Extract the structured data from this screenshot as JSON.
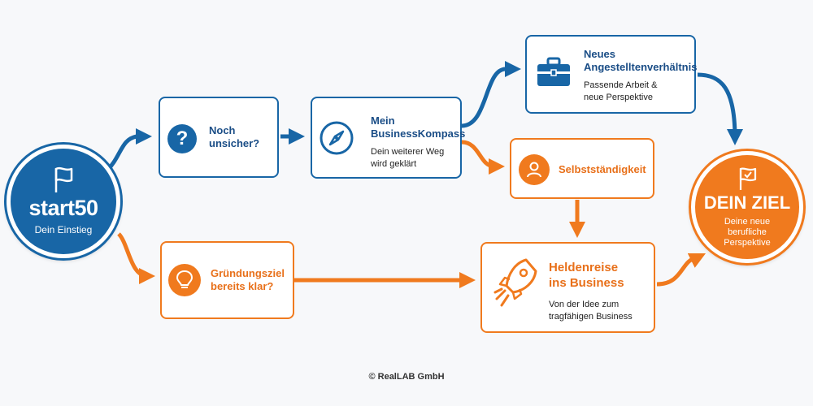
{
  "colors": {
    "blue": "#1866a6",
    "orange": "#f07a1e",
    "text_blue": "#1a4d86"
  },
  "start": {
    "title": "start50",
    "subtitle": "Dein Einstieg",
    "icon": "flag-icon"
  },
  "goal": {
    "title": "DEIN ZIEL",
    "subtitle": "Deine neue berufliche Perspektive",
    "icon": "flag-check-icon"
  },
  "nodes": {
    "unsure": {
      "title_line1": "Noch",
      "title_line2": "unsicher?",
      "icon": "question-icon"
    },
    "compass": {
      "title_line1": "Mein",
      "title_line2": "BusinessKompass",
      "sub_line1": "Dein weiterer Weg",
      "sub_line2": "wird geklärt",
      "icon": "compass-icon"
    },
    "employment": {
      "title_line1": "Neues",
      "title_line2": "Angestelltenverhältnis",
      "sub_line1": "Passende Arbeit &",
      "sub_line2": "neue Perspektive",
      "icon": "briefcase-icon"
    },
    "selfemployed": {
      "title": "Selbstständigkeit",
      "icon": "person-icon"
    },
    "founding": {
      "title_line1": "Gründungsziel",
      "title_line2": "bereits klar?",
      "icon": "lightbulb-icon"
    },
    "hero": {
      "title_line1": "Heldenreise",
      "title_line2": "ins Business",
      "sub_line1": "Von der Idee zum",
      "sub_line2": "tragfähigen Business",
      "icon": "rocket-icon"
    }
  },
  "footer": "© RealLAB GmbH"
}
